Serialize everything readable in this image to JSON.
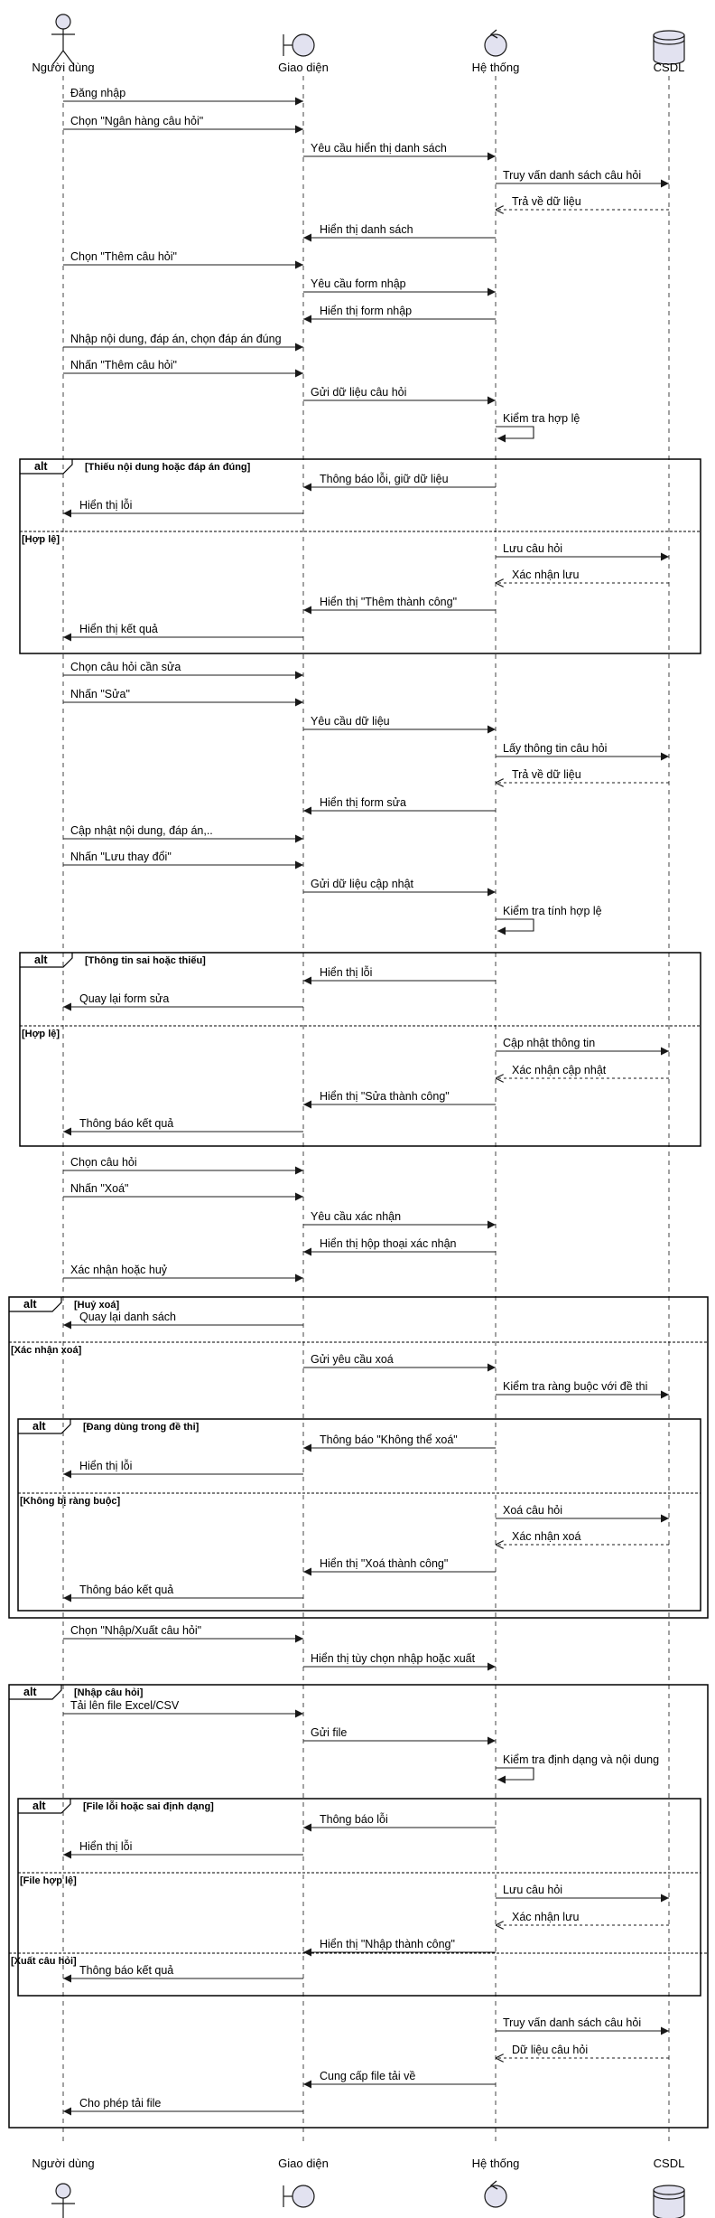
{
  "participants": [
    {
      "id": "user",
      "name": "Người dùng",
      "kind": "actor"
    },
    {
      "id": "ui",
      "name": "Giao diện",
      "kind": "boundary"
    },
    {
      "id": "sys",
      "name": "Hệ thống",
      "kind": "control"
    },
    {
      "id": "db",
      "name": "CSDL",
      "kind": "database"
    }
  ],
  "messages": [
    {
      "from": "user",
      "to": "ui",
      "text": "Đăng nhập",
      "return": false
    },
    {
      "from": "user",
      "to": "ui",
      "text": "Chọn \"Ngân hàng câu hỏi\"",
      "return": false
    },
    {
      "from": "ui",
      "to": "sys",
      "text": "Yêu cầu hiển thị danh sách",
      "return": false
    },
    {
      "from": "sys",
      "to": "db",
      "text": "Truy vấn danh sách câu hỏi",
      "return": false
    },
    {
      "from": "db",
      "to": "sys",
      "text": "Trả về dữ liệu",
      "return": true
    },
    {
      "from": "sys",
      "to": "ui",
      "text": "Hiển thị danh sách",
      "return": false
    },
    {
      "from": "user",
      "to": "ui",
      "text": "Chọn \"Thêm câu hỏi\"",
      "return": false
    },
    {
      "from": "ui",
      "to": "sys",
      "text": "Yêu cầu form nhập",
      "return": false
    },
    {
      "from": "sys",
      "to": "ui",
      "text": "Hiển thị form nhập",
      "return": false
    },
    {
      "from": "user",
      "to": "ui",
      "text": "Nhập nội dung, đáp án, chọn đáp án đúng",
      "return": false
    },
    {
      "from": "user",
      "to": "ui",
      "text": "Nhấn \"Thêm câu hỏi\"",
      "return": false
    },
    {
      "from": "ui",
      "to": "sys",
      "text": "Gửi dữ liệu câu hỏi",
      "return": false
    },
    {
      "from": "sys",
      "to": "sys",
      "text": "Kiểm tra hợp lệ",
      "return": false
    },
    {
      "from": "sys",
      "to": "ui",
      "text": "Thông báo lỗi, giữ dữ liệu",
      "return": false
    },
    {
      "from": "ui",
      "to": "user",
      "text": "Hiển thị lỗi",
      "return": false
    },
    {
      "from": "sys",
      "to": "db",
      "text": "Lưu câu hỏi",
      "return": false
    },
    {
      "from": "db",
      "to": "sys",
      "text": "Xác nhận lưu",
      "return": true
    },
    {
      "from": "sys",
      "to": "ui",
      "text": "Hiển thị \"Thêm thành công\"",
      "return": false
    },
    {
      "from": "ui",
      "to": "user",
      "text": "Hiển thị kết quả",
      "return": false
    },
    {
      "from": "user",
      "to": "ui",
      "text": "Chọn câu hỏi cần sửa",
      "return": false
    },
    {
      "from": "user",
      "to": "ui",
      "text": "Nhấn \"Sửa\"",
      "return": false
    },
    {
      "from": "ui",
      "to": "sys",
      "text": "Yêu cầu dữ liệu",
      "return": false
    },
    {
      "from": "sys",
      "to": "db",
      "text": "Lấy thông tin câu hỏi",
      "return": false
    },
    {
      "from": "db",
      "to": "sys",
      "text": "Trả về dữ liệu",
      "return": true
    },
    {
      "from": "sys",
      "to": "ui",
      "text": "Hiển thị form sửa",
      "return": false
    },
    {
      "from": "user",
      "to": "ui",
      "text": "Cập nhật nội dung, đáp án,..",
      "return": false
    },
    {
      "from": "user",
      "to": "ui",
      "text": "Nhấn \"Lưu thay đổi\"",
      "return": false
    },
    {
      "from": "ui",
      "to": "sys",
      "text": "Gửi dữ liệu cập nhật",
      "return": false
    },
    {
      "from": "sys",
      "to": "sys",
      "text": "Kiểm tra tính hợp lệ",
      "return": false
    },
    {
      "from": "sys",
      "to": "ui",
      "text": "Hiển thị lỗi",
      "return": false
    },
    {
      "from": "ui",
      "to": "user",
      "text": "Quay lại form sửa",
      "return": false
    },
    {
      "from": "sys",
      "to": "db",
      "text": "Cập nhật thông tin",
      "return": false
    },
    {
      "from": "db",
      "to": "sys",
      "text": "Xác nhận cập nhật",
      "return": true
    },
    {
      "from": "sys",
      "to": "ui",
      "text": "Hiển thị \"Sửa thành công\"",
      "return": false
    },
    {
      "from": "ui",
      "to": "user",
      "text": "Thông báo kết quả",
      "return": false
    },
    {
      "from": "user",
      "to": "ui",
      "text": "Chọn câu hỏi",
      "return": false
    },
    {
      "from": "user",
      "to": "ui",
      "text": "Nhấn \"Xoá\"",
      "return": false
    },
    {
      "from": "ui",
      "to": "sys",
      "text": "Yêu cầu xác nhận",
      "return": false
    },
    {
      "from": "sys",
      "to": "ui",
      "text": "Hiển thị hộp thoại xác nhận",
      "return": false
    },
    {
      "from": "user",
      "to": "ui",
      "text": "Xác nhận hoặc huỷ",
      "return": false
    },
    {
      "from": "ui",
      "to": "user",
      "text": "Quay lại danh sách",
      "return": false
    },
    {
      "from": "ui",
      "to": "sys",
      "text": "Gửi yêu cầu xoá",
      "return": false
    },
    {
      "from": "sys",
      "to": "db",
      "text": "Kiểm tra ràng buộc với đề thi",
      "return": false
    },
    {
      "from": "sys",
      "to": "ui",
      "text": "Thông báo \"Không thể xoá\"",
      "return": false
    },
    {
      "from": "ui",
      "to": "user",
      "text": "Hiển thị lỗi",
      "return": false
    },
    {
      "from": "sys",
      "to": "db",
      "text": "Xoá câu hỏi",
      "return": false
    },
    {
      "from": "db",
      "to": "sys",
      "text": "Xác nhận xoá",
      "return": true
    },
    {
      "from": "sys",
      "to": "ui",
      "text": "Hiển thị \"Xoá thành công\"",
      "return": false
    },
    {
      "from": "ui",
      "to": "user",
      "text": "Thông báo kết quả",
      "return": false
    },
    {
      "from": "user",
      "to": "ui",
      "text": "Chọn \"Nhập/Xuất câu hỏi\"",
      "return": false
    },
    {
      "from": "ui",
      "to": "sys",
      "text": "Hiển thị tùy chọn nhập hoặc xuất",
      "return": false
    },
    {
      "from": "user",
      "to": "ui",
      "text": "Tải lên file Excel/CSV",
      "return": false
    },
    {
      "from": "ui",
      "to": "sys",
      "text": "Gửi file",
      "return": false
    },
    {
      "from": "sys",
      "to": "sys",
      "text": "Kiểm tra định dạng và nội dung",
      "return": false
    },
    {
      "from": "sys",
      "to": "ui",
      "text": "Thông báo lỗi",
      "return": false
    },
    {
      "from": "ui",
      "to": "user",
      "text": "Hiển thị lỗi",
      "return": false
    },
    {
      "from": "sys",
      "to": "db",
      "text": "Lưu câu hỏi",
      "return": false
    },
    {
      "from": "db",
      "to": "sys",
      "text": "Xác nhận lưu",
      "return": true
    },
    {
      "from": "sys",
      "to": "ui",
      "text": "Hiển thị \"Nhập thành công\"",
      "return": false
    },
    {
      "from": "ui",
      "to": "user",
      "text": "Thông báo kết quả",
      "return": false
    },
    {
      "from": "sys",
      "to": "db",
      "text": "Truy vấn danh sách câu hỏi",
      "return": false
    },
    {
      "from": "db",
      "to": "sys",
      "text": "Dữ liệu câu hỏi",
      "return": true
    },
    {
      "from": "sys",
      "to": "ui",
      "text": "Cung cấp file tải về",
      "return": false
    },
    {
      "from": "ui",
      "to": "user",
      "text": "Cho phép tải file",
      "return": false
    }
  ],
  "fragments": [
    {
      "operator": "alt",
      "first": 13,
      "last": 18,
      "guards": [
        "Thiếu nội dung hoặc đáp án đúng",
        "Hợp lệ"
      ],
      "split_before": 15
    },
    {
      "operator": "alt",
      "first": 29,
      "last": 34,
      "guards": [
        "Thông tin sai hoặc thiếu",
        "Hợp lệ"
      ],
      "split_before": 31
    },
    {
      "operator": "alt",
      "first": 40,
      "last": 48,
      "guards": [
        "Huỷ xoá",
        "Xác nhận xoá"
      ],
      "split_before": 41
    },
    {
      "operator": "alt",
      "first": 43,
      "last": 48,
      "guards": [
        "Đang dùng trong đề thi",
        "Không bị ràng buộc"
      ],
      "split_before": 45
    },
    {
      "operator": "alt",
      "first": 51,
      "last": 63,
      "guards": [
        "Nhập câu hỏi",
        "Xuất câu hỏi"
      ],
      "split_before": 59
    },
    {
      "operator": "alt",
      "first": 54,
      "last": 58,
      "guards": [
        "File lỗi hoặc sai định dạng",
        "File hợp lệ"
      ],
      "split_before": 56
    }
  ]
}
